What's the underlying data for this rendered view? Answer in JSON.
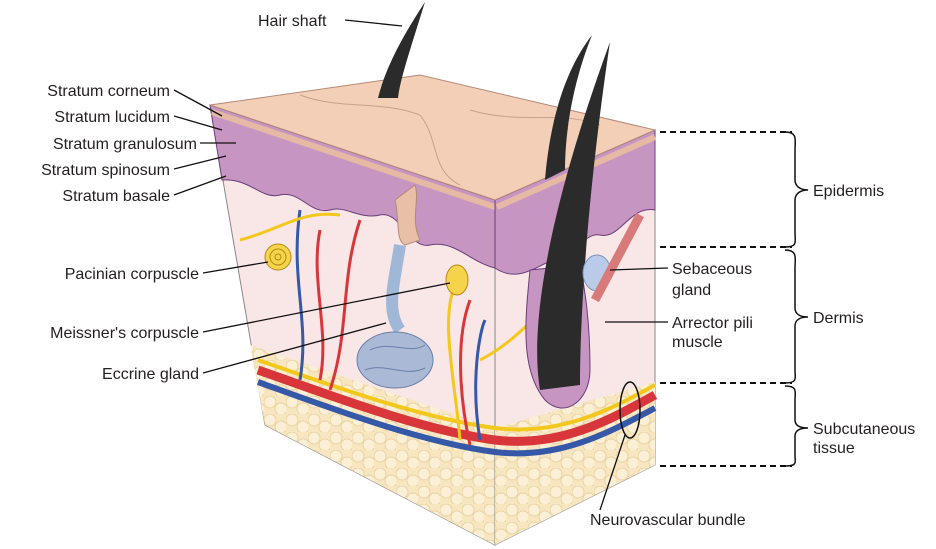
{
  "title": "Skin cross-section",
  "labels": {
    "hair_shaft": "Hair shaft",
    "stratum_corneum": "Stratum corneum",
    "stratum_lucidum": "Stratum lucidum",
    "stratum_granulosum": "Stratum granulosum",
    "stratum_spinosum": "Stratum spinosum",
    "stratum_basale": "Stratum basale",
    "pacinian": "Pacinian corpuscle",
    "meissner": "Meissner's corpuscle",
    "eccrine": "Eccrine gland",
    "sebaceous_1": "Sebaceous",
    "sebaceous_2": "gland",
    "arrector_1": "Arrector pili",
    "arrector_2": "muscle",
    "epidermis": "Epidermis",
    "dermis": "Dermis",
    "subcutaneous_1": "Subcutaneous",
    "subcutaneous_2": "tissue",
    "neurovascular": "Neurovascular bundle"
  },
  "colors": {
    "skin_top": "#f2cfb6",
    "epidermis": "#c795c2",
    "dermis": "#f9e6e6",
    "fat": "#f7e6c0",
    "artery": "#d8363a",
    "vein": "#3558a8",
    "nerve": "#f3c81c",
    "hair": "#2b2b2b"
  }
}
